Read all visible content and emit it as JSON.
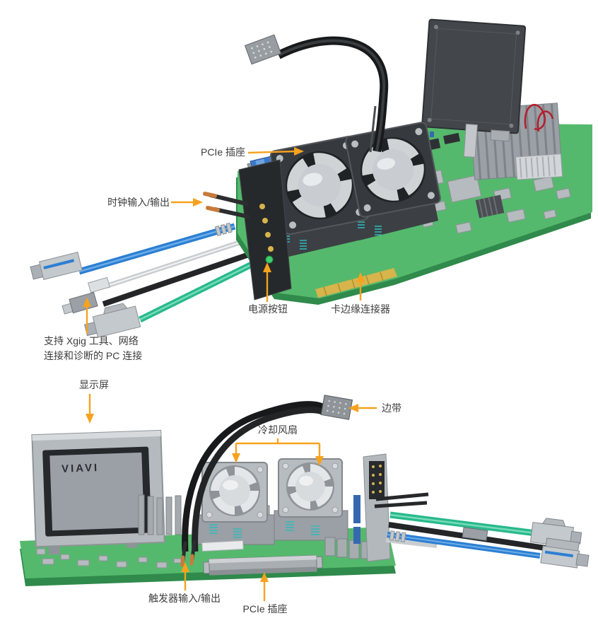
{
  "figure_title": "Xgig analyzer card annotated views",
  "colors": {
    "accent_arrow": "#f6a21e",
    "label_text": "#3d3d3d",
    "board_green": "#55b96d",
    "board_green_dark": "#2f8a4b",
    "component_gray": "#b6bbbf",
    "cable_blue": "#2c7fd2",
    "cable_teal": "#27b98c",
    "cable_black": "#232527",
    "cable_silver": "#c9cdd1",
    "gold": "#d7b44c",
    "wire_red": "#b31f2e"
  },
  "top_view": {
    "labels": {
      "pcie_socket": "PCIe 插座",
      "clock_io": "时钟输入/输出",
      "power_button": "电源按钮",
      "card_edge_connector": "卡边缘连接器",
      "pc_connection_line1": "支持 Xgig 工具、网络",
      "pc_connection_line2": "连接和诊断的 PC 连接"
    }
  },
  "bottom_view": {
    "display_logo": "VIAVI",
    "labels": {
      "display": "显示屏",
      "sideband": "边带",
      "cooling_fans": "冷却风扇",
      "trigger_io": "触发器输入/输出",
      "pcie_socket": "PCIe 插座"
    }
  }
}
